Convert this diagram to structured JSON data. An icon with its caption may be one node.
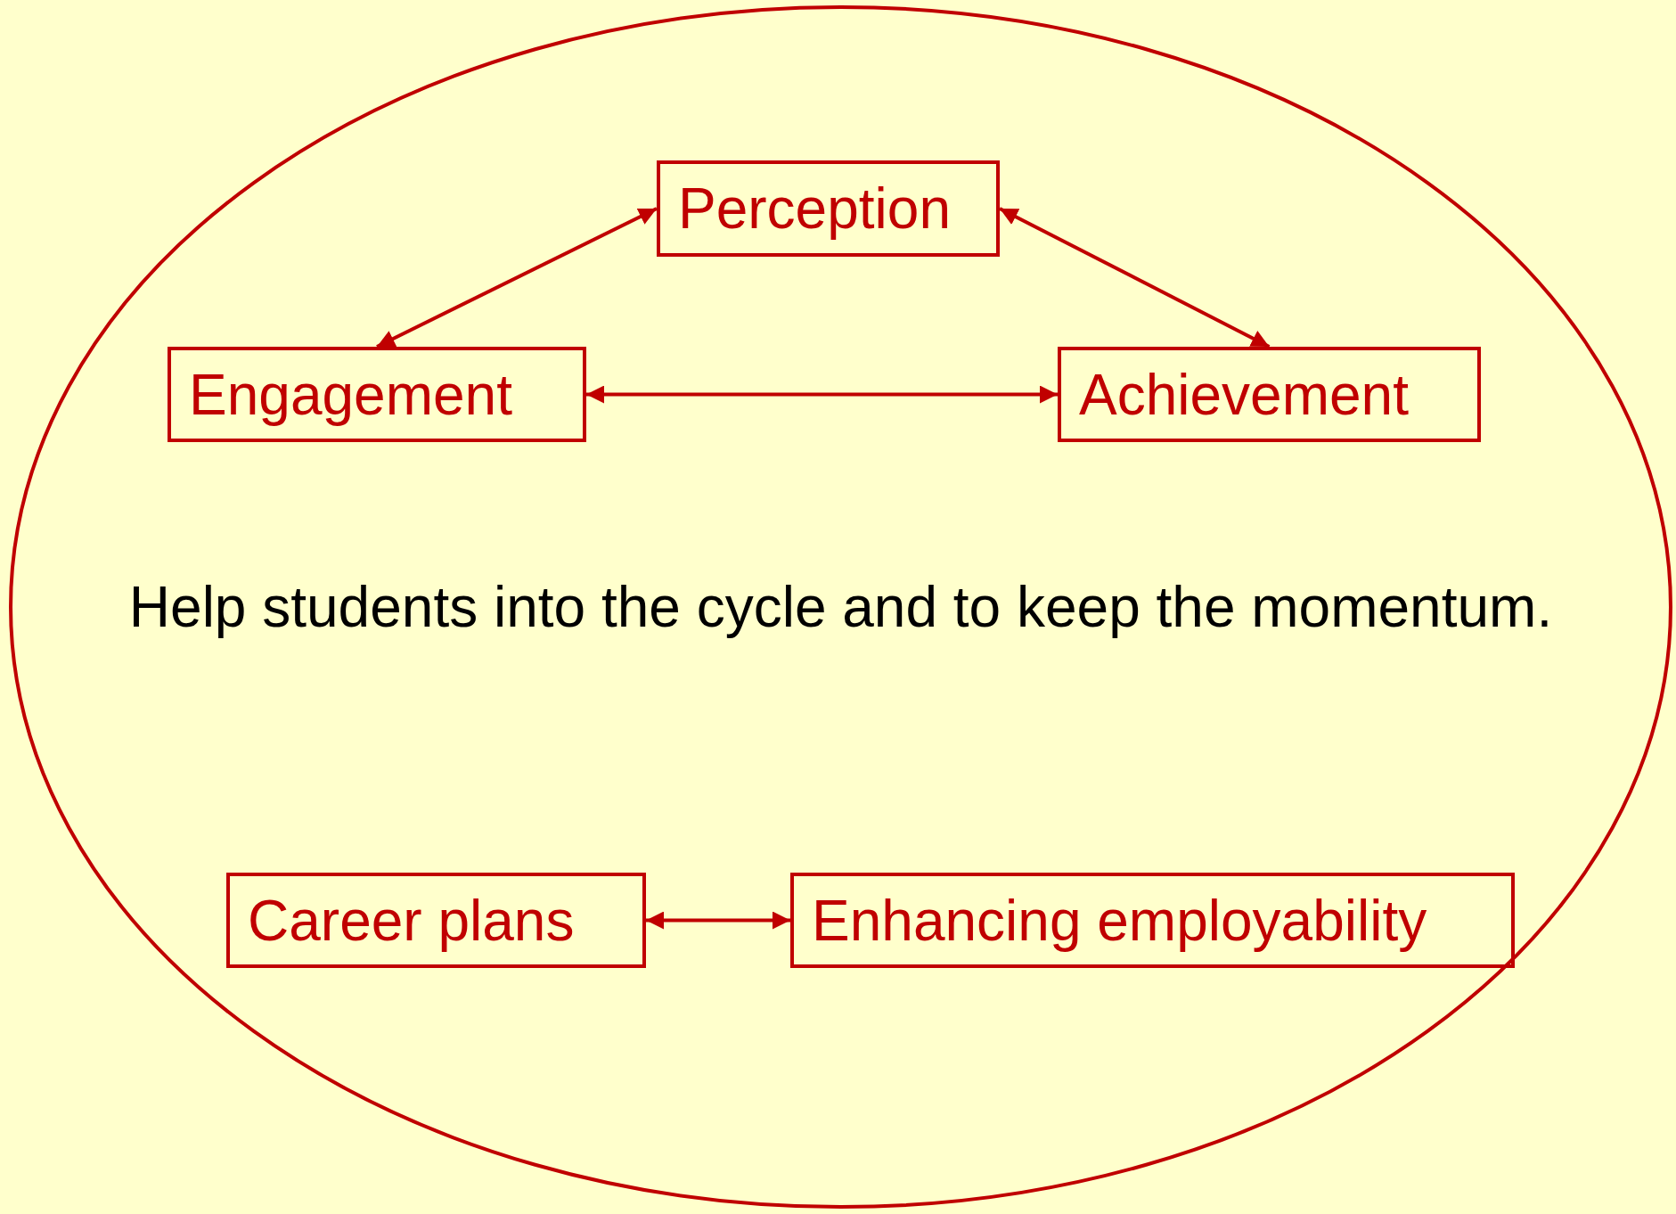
{
  "diagram": {
    "nodes": [
      {
        "text": [
          "Help students into the cycle and to keep the momentum."
        ]
      },
      {
        "text": [
          "Perception"
        ],
        "in": 0
      },
      {
        "text": [
          "Engagement"
        ],
        "in": 0
      },
      {
        "text": [
          "Achievement"
        ],
        "in": 0
      },
      {
        "text": [
          "Career plans"
        ],
        "in": 0
      },
      {
        "text": [
          "Enhancing employability"
        ],
        "in": 0
      }
    ],
    "edges": [
      {
        "from": 1,
        "to": 2,
        "arrow": "both"
      },
      {
        "from": 1,
        "to": 3,
        "arrow": "both"
      },
      {
        "from": 2,
        "to": 3,
        "arrow": "both"
      },
      {
        "from": 4,
        "to": 5,
        "arrow": "both"
      }
    ]
  }
}
